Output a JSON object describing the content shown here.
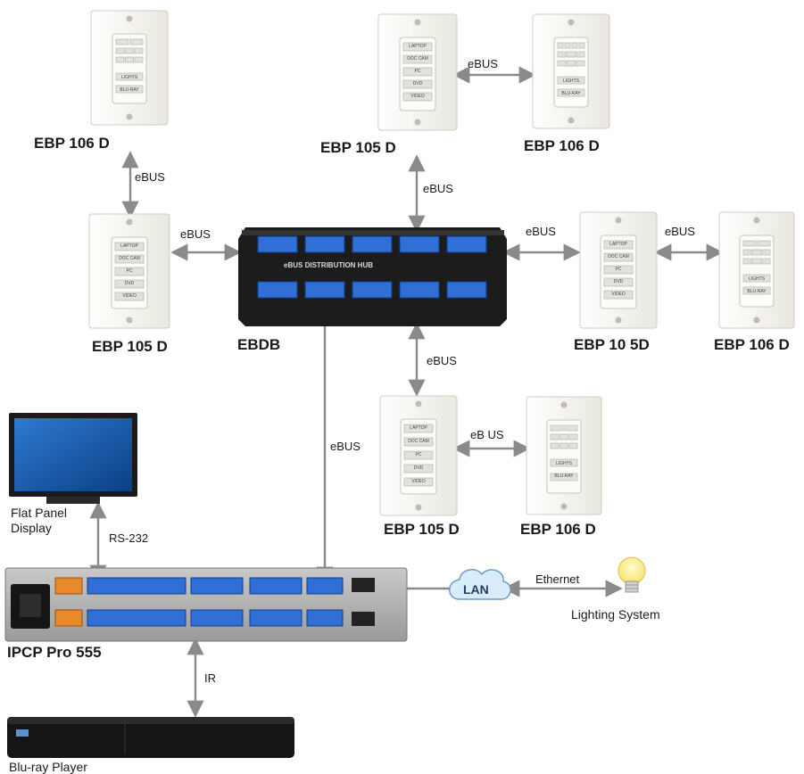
{
  "devices": {
    "top_left": "EBP 106 D",
    "left_mid": "EBP 105 D",
    "top_center": "EBP 105 D",
    "top_right": "EBP 106 D",
    "right_mid": "EBP 10 5D",
    "far_right": "EBP 106 D",
    "bottom_center": "EBP 105 D",
    "bottom_right": "EBP 106 D",
    "hub": "EBDB",
    "controller": "IPCP Pro 555",
    "display": "Flat Panel\nDisplay",
    "player": "Blu-ray Player",
    "lighting": "Lighting System"
  },
  "hub_label": "eBUS DISTRIBUTION HUB",
  "links": {
    "ebus": "eBUS",
    "ebus_alt": "eB US",
    "rs232": "RS-232",
    "ir": "IR",
    "lan": "LAN",
    "ethernet": "Ethernet"
  },
  "panel_buttons_105": [
    "LAPTOP",
    "DOC CAM",
    "PC",
    "DVD",
    "VIDEO"
  ],
  "panel_buttons_106": [
    "LIGHTS",
    "BLU-RAY"
  ],
  "colors": {
    "link_line": "#8a8a8a",
    "hub_body": "#1c1c1c",
    "terminal": "#2f6fd6",
    "terminal_orange": "#e8892a",
    "plate": "#f3f2ea"
  }
}
